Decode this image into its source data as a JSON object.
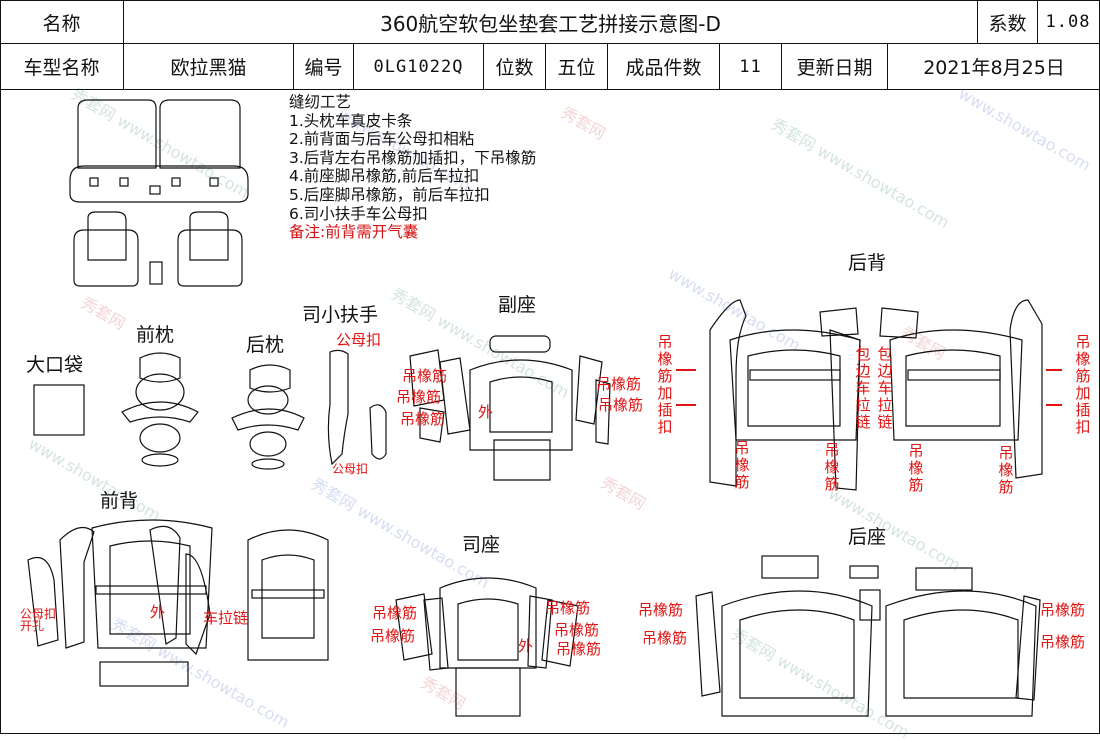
{
  "header": {
    "name_label": "名称",
    "title": "360航空软包坐垫套工艺拼接示意图-D",
    "coef_label": "系数",
    "coef_value": "1.08",
    "model_label": "车型名称",
    "model_value": "欧拉黑猫",
    "code_label": "编号",
    "code_value": "0LG1022Q",
    "seats_label": "位数",
    "seats_value": "五位",
    "pieces_label": "成品件数",
    "pieces_value": "11",
    "update_label": "更新日期",
    "update_value": "2021年8月25日"
  },
  "notes": {
    "title": "缝纫工艺",
    "items": [
      "1.头枕车真皮卡条",
      "2.前背面与后车公母扣相粘",
      "3.后背左右吊橡筋加插扣，下吊橡筋",
      "4.前座脚吊橡筋,前后车拉扣",
      "5.后座脚吊橡筋，前后车拉扣",
      "6.司小扶手车公母扣"
    ],
    "remark": "备注:前背需开气囊"
  },
  "sections": {
    "big_pocket": "大口袋",
    "front_headrest": "前枕",
    "rear_headrest": "后枕",
    "driver_armrest": "司小扶手",
    "passenger_seat": "副座",
    "rear_back": "后背",
    "front_back": "前背",
    "driver_seat": "司座",
    "rear_seat": "后座"
  },
  "labels": {
    "male_female_snap": "公母扣",
    "elastic": "吊橡筋",
    "outer": "外",
    "elastic_plus_clip": "吊橡筋加插扣",
    "zipper_edge": "包边车拉链",
    "zipper": "车拉链",
    "snap_hole": "公母扣开孔"
  },
  "watermark": {
    "site": "秀套网 www.showtao.com",
    "brand": "秀套网",
    "url": "www.showtao.com"
  },
  "colors": {
    "line": "#111111",
    "annotation_red": "#e01414",
    "background": "#ffffff"
  }
}
